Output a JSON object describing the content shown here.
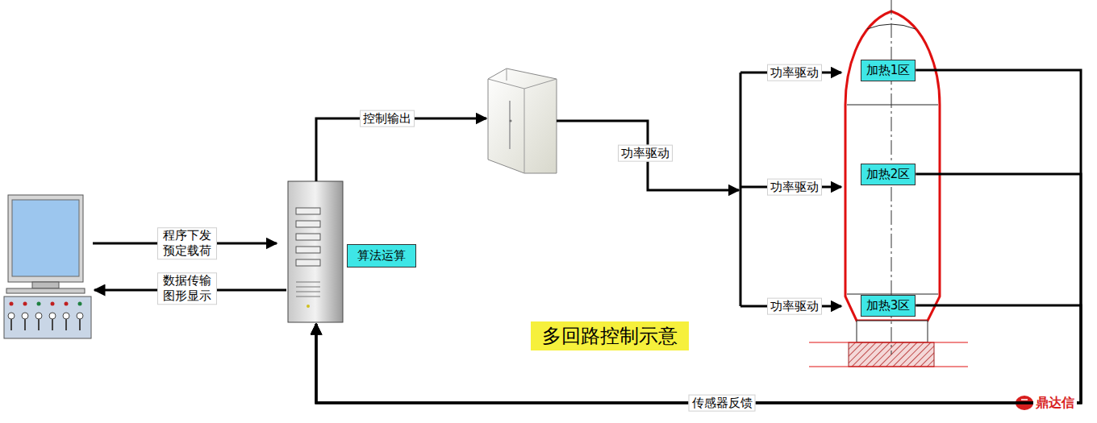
{
  "diagram": {
    "title": "多回路控制示意",
    "nodes": [
      {
        "text": [
          "算法运算"
        ]
      },
      {
        "text": [
          "加热1区"
        ]
      },
      {
        "text": [
          "加热2区"
        ]
      },
      {
        "text": [
          "加热3区"
        ]
      }
    ],
    "edges": [
      {
        "from": 1,
        "to": 0,
        "arrow": "to"
      },
      {
        "from": 2,
        "to": 0,
        "arrow": "to"
      },
      {
        "from": 3,
        "to": 0,
        "arrow": "to"
      }
    ],
    "labels": [
      "控制输出",
      "功率驱动",
      "功率驱动",
      "功率驱动",
      "功率驱动",
      "程序下发 预定载荷",
      "数据传输 图形显示",
      "传感器反馈",
      "鼎达信"
    ]
  }
}
